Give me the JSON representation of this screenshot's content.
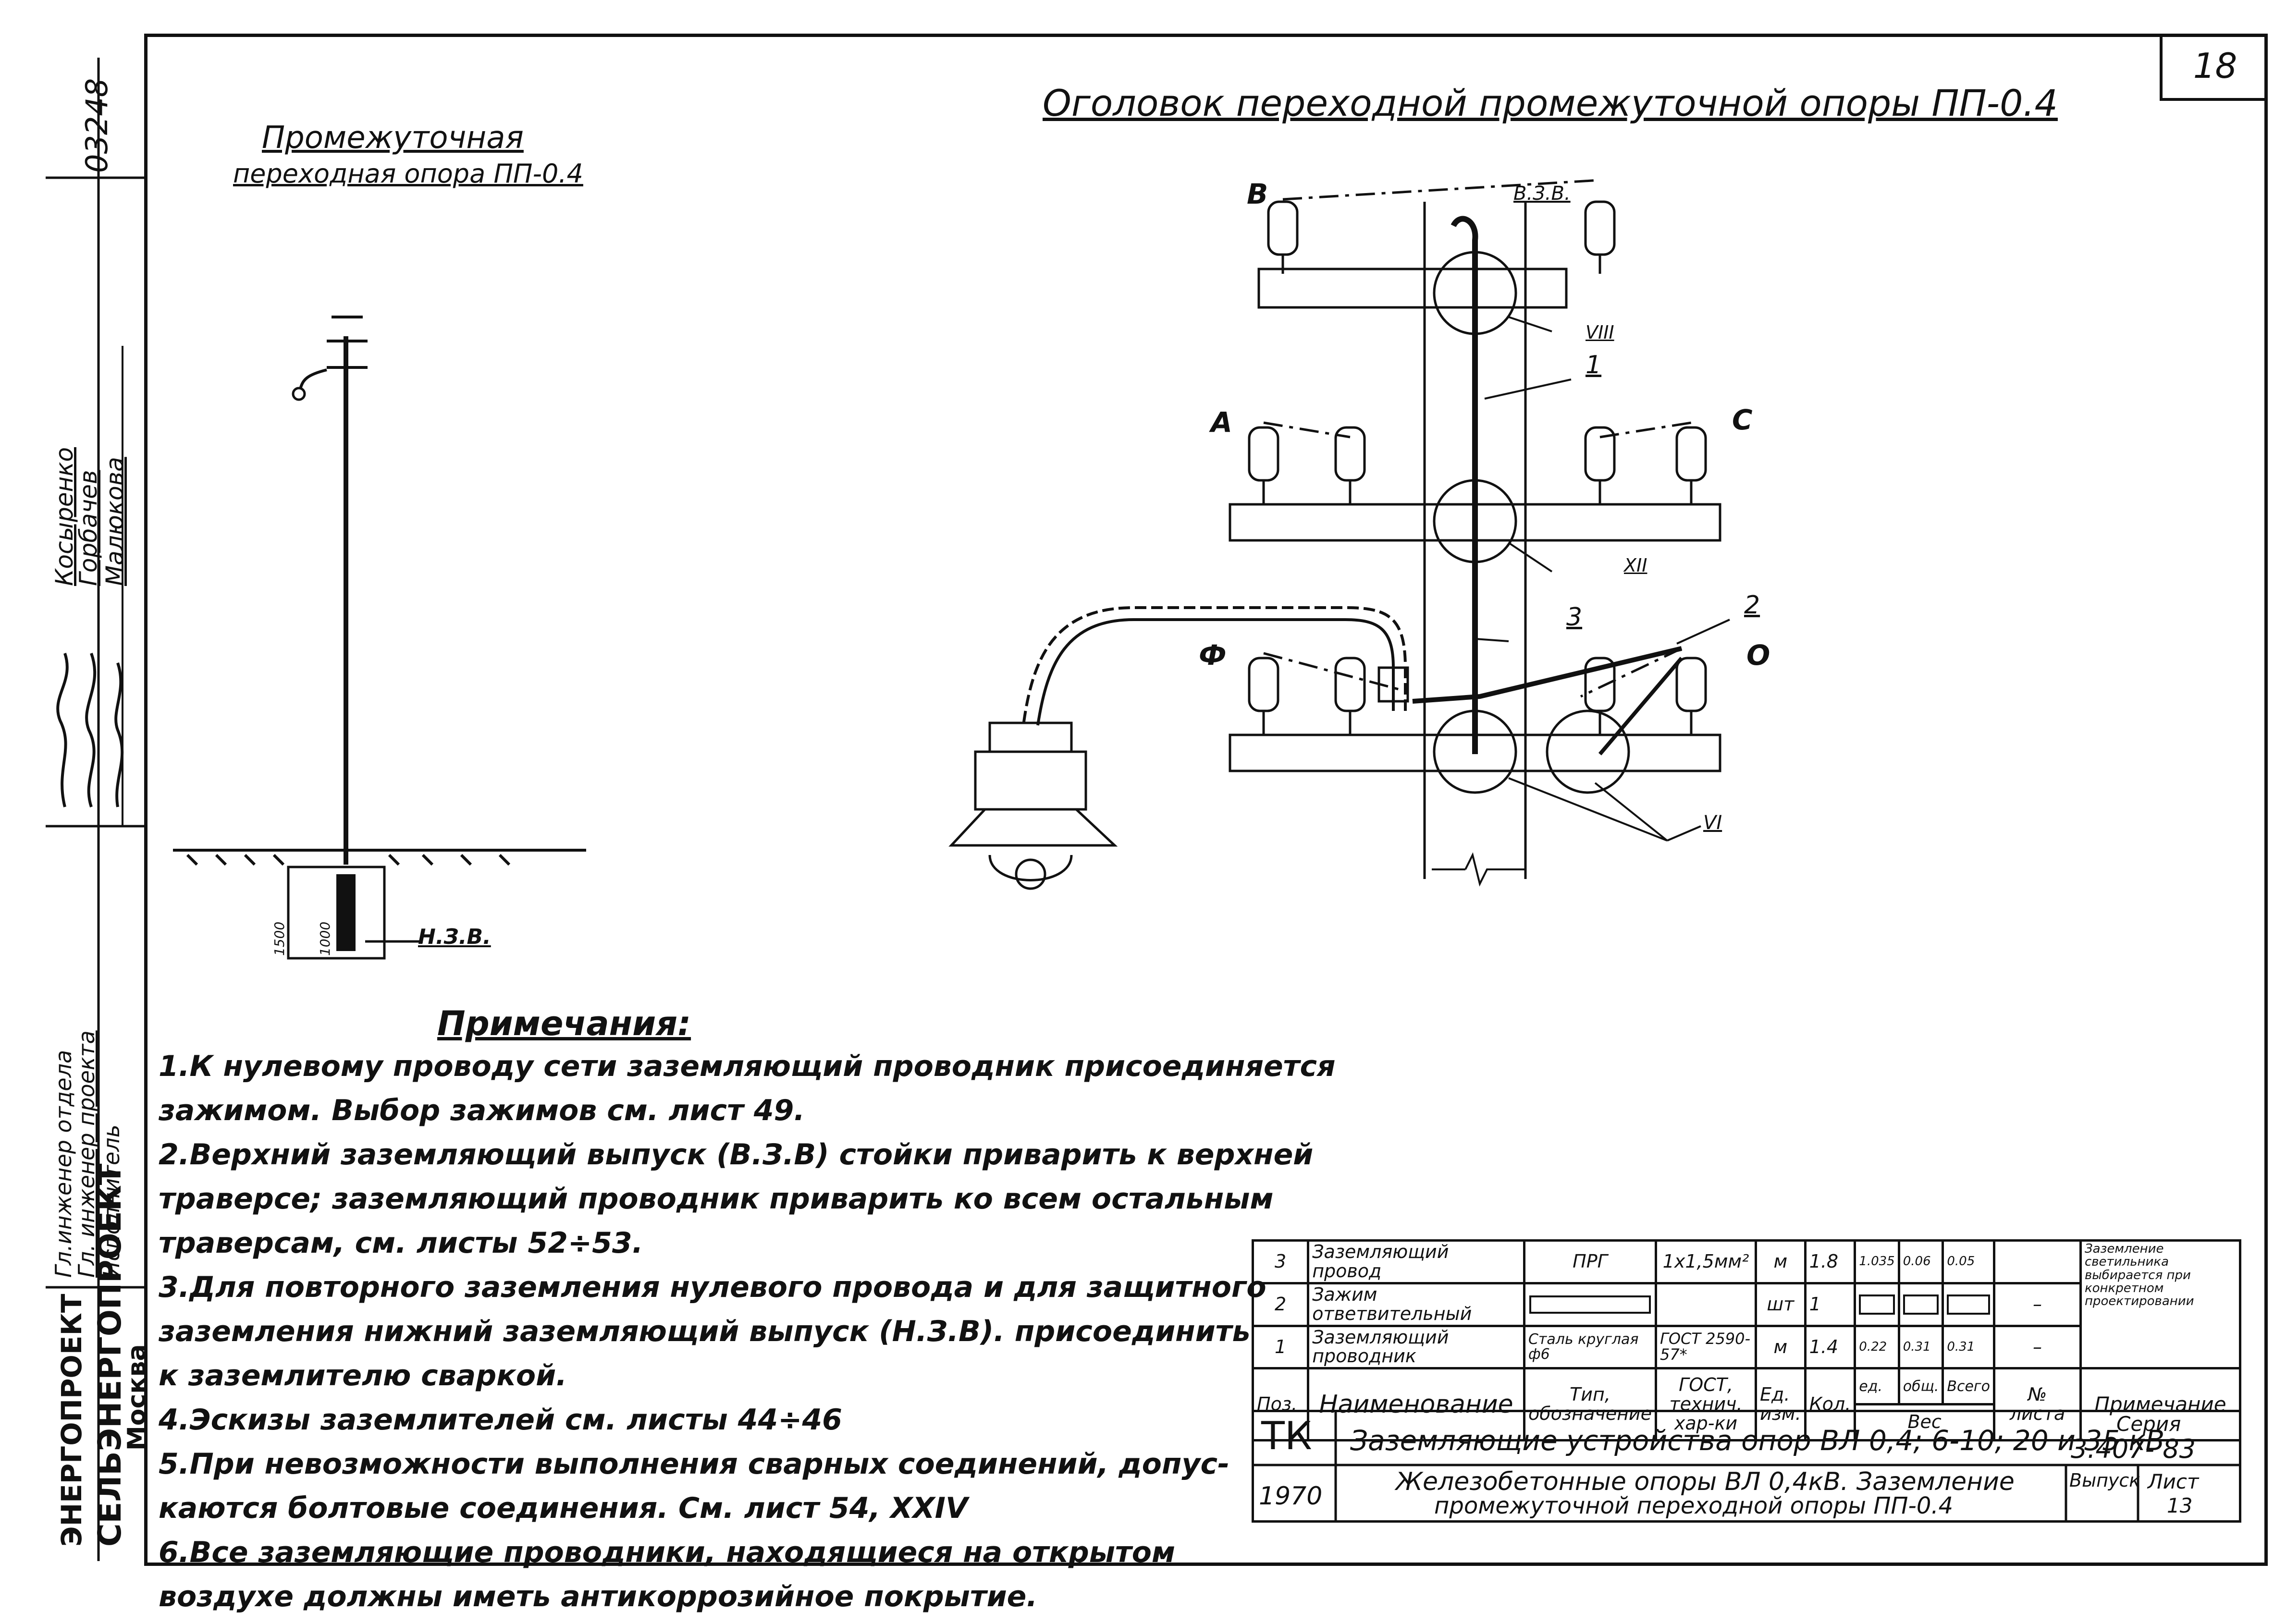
{
  "sheet_number": "18",
  "side_stamp": {
    "code": "03248",
    "roles": [
      "Гл.инженер отдела",
      "Гл. инженер проекта",
      "Исполнитель"
    ],
    "names": [
      "Косыренко",
      "Горбачев",
      "Малюкова"
    ],
    "org": [
      "СЕЛЬЭНЕРГОПРОЕКТ",
      "Москва"
    ],
    "org_top": "ЭНЕРГОПРОЕКТ"
  },
  "left_title": [
    "Промежуточная",
    "переходная опора ПП-0.4"
  ],
  "left_labels": {
    "nzv": "Н.З.В.",
    "d1": "1500",
    "d2": "1000"
  },
  "main_title": "Оголовок переходной промежуточной опоры ПП-0.4",
  "diagram_labels": {
    "B": "В",
    "A": "А",
    "C": "С",
    "F": "Ф",
    "O": "О",
    "vzv": "В.З.В.",
    "viii": "VIII",
    "xii": "XII",
    "vi": "VI",
    "n1": "1",
    "n2": "2",
    "n3": "3"
  },
  "notes_title": "Примечания:",
  "notes": [
    "1.К нулевому проводу сети заземляющий проводник присоединяется",
    "зажимом. Выбор зажимов см. лист 49.",
    "2.Верхний заземляющий выпуск (В.З.В) стойки приварить к верхней",
    "траверсе; заземляющий проводник приварить ко всем остальным",
    "траверсам, см. листы 52÷53.",
    "3.Для повторного заземления нулевого провода и для защитного",
    "заземления нижний заземляющий выпуск (Н.З.В). присоединить",
    "к заземлителю сваркой.",
    "4.Эскизы заземлителей см. листы 44÷46",
    "5.При невозможности выполнения сварных соединений, допус-",
    "каются болтовые соединения. См. лист 54, XXIV",
    "6.Все заземляющие проводники, находящиеся на открытом",
    "воздухе должны иметь антикоррозийное покрытие."
  ],
  "spec_table": {
    "rows": [
      {
        "pos": "3",
        "name": "Заземляющий провод",
        "type": "ПРГ",
        "gost": "1х1,5мм²",
        "unit": "м",
        "qty": "1.8",
        "w1": "1.035",
        "w2": "0.06",
        "w3": "0.05",
        "sheet": "",
        "note": "Заземление светильника выбирается при конкретном проектировании"
      },
      {
        "pos": "2",
        "name": "Зажим ответвительный",
        "type": "",
        "gost": "",
        "unit": "шт",
        "qty": "1",
        "w1": "",
        "w2": "",
        "w3": "",
        "sheet": "–",
        "note": ""
      },
      {
        "pos": "1",
        "name": "Заземляющий проводник",
        "type": "Сталь круглая ф6",
        "gost": "ГОСТ 2590-57*",
        "unit": "м",
        "qty": "1.4",
        "w1": "0.22",
        "w2": "0.31",
        "w3": "0.31",
        "sheet": "–",
        "note": ""
      }
    ],
    "header": {
      "pos": "Поз.",
      "name": "Наименование",
      "type": "Тип, обозначение",
      "gost": "ГОСТ, технич. хар-ки",
      "unit": "Ед. изм.",
      "qty": "Кол.",
      "w1": "ед.",
      "w2": "общ.",
      "w3": "Всего",
      "weight": "Вес",
      "sheet": "№ листа",
      "note": "Примечание"
    }
  },
  "title_block": {
    "tk": "ТК",
    "year": "1970",
    "line1": "Заземляющие устройства опор ВЛ 0,4; 6-10; 20 и 35 кВ",
    "line2": "Железобетонные опоры ВЛ 0,4кВ. Заземление",
    "line3": "промежуточной переходной опоры ПП-0.4",
    "series_label": "Серия",
    "series": "3.407- 83",
    "issue_label": "Выпуск",
    "sheet_label": "Лист",
    "sheet": "13"
  }
}
